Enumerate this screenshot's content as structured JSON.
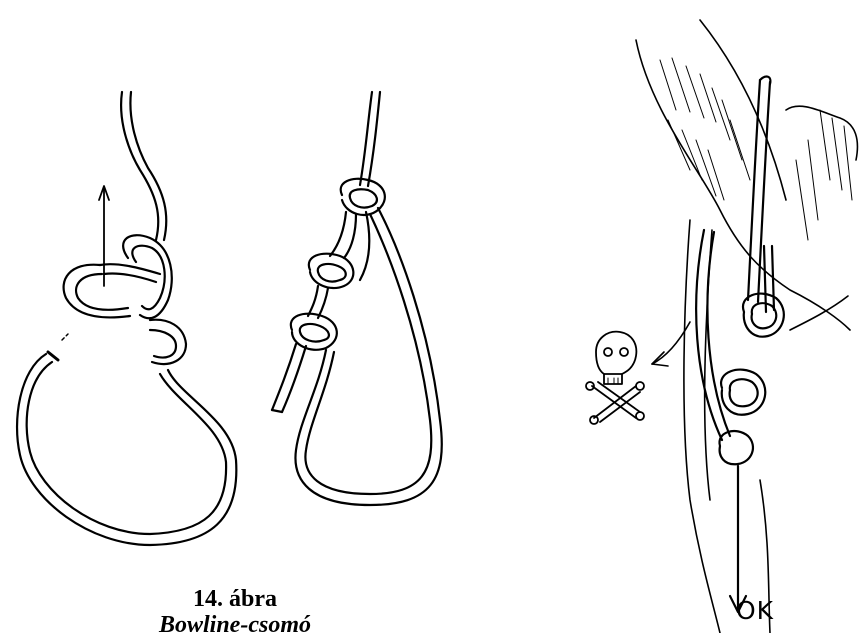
{
  "caption": {
    "number": "14. ábra",
    "title": "Bowline-csomó"
  },
  "labels": {
    "ok": "OK"
  },
  "icons": {
    "danger": "skull-and-crossbones-icon"
  },
  "colors": {
    "ink": "#000000",
    "paper": "#ffffff"
  }
}
